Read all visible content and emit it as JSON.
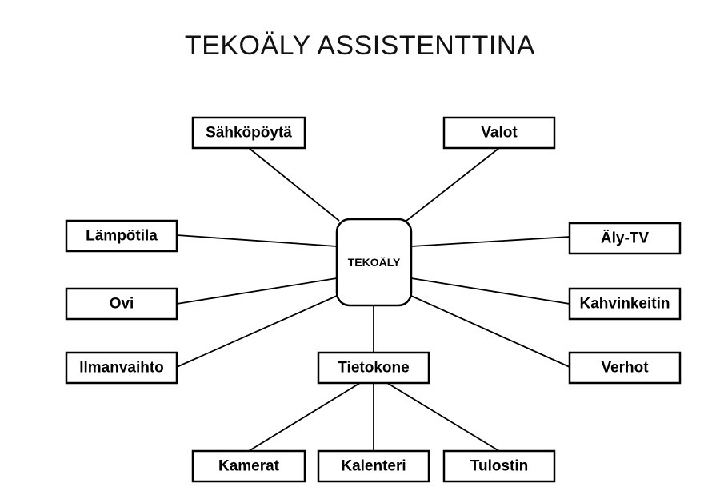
{
  "title": "TEKOÄLY ASSISTENTTINA",
  "hub": {
    "id": "hub",
    "label": "TEKOÄLY"
  },
  "nodes": [
    {
      "id": "sahkopoyta",
      "label": "Sähköpöytä"
    },
    {
      "id": "valot",
      "label": "Valot"
    },
    {
      "id": "lampotila",
      "label": "Lämpötila"
    },
    {
      "id": "alytv",
      "label": "Äly-TV"
    },
    {
      "id": "ovi",
      "label": "Ovi"
    },
    {
      "id": "kahvinkeitin",
      "label": "Kahvinkeitin"
    },
    {
      "id": "ilmanvaihto",
      "label": "Ilmanvaihto"
    },
    {
      "id": "verhot",
      "label": "Verhot"
    },
    {
      "id": "tietokone",
      "label": "Tietokone"
    },
    {
      "id": "kamerat",
      "label": "Kamerat"
    },
    {
      "id": "kalenteri",
      "label": "Kalenteri"
    },
    {
      "id": "tulostin",
      "label": "Tulostin"
    }
  ],
  "edges": [
    [
      "hub",
      "sahkopoyta"
    ],
    [
      "hub",
      "valot"
    ],
    [
      "hub",
      "lampotila"
    ],
    [
      "hub",
      "alytv"
    ],
    [
      "hub",
      "ovi"
    ],
    [
      "hub",
      "kahvinkeitin"
    ],
    [
      "hub",
      "ilmanvaihto"
    ],
    [
      "hub",
      "verhot"
    ],
    [
      "hub",
      "tietokone"
    ],
    [
      "tietokone",
      "kamerat"
    ],
    [
      "tietokone",
      "kalenteri"
    ],
    [
      "tietokone",
      "tulostin"
    ]
  ]
}
